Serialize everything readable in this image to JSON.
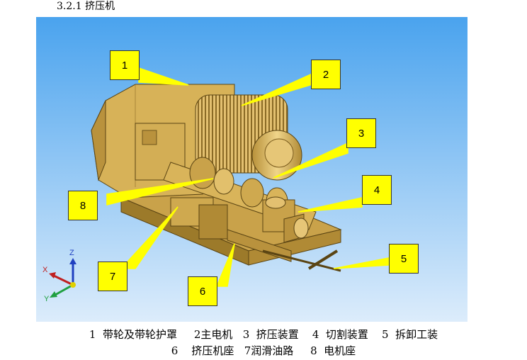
{
  "heading": "3.2.1 挤压机",
  "figure": {
    "callouts": [
      {
        "id": "c1",
        "label": "1"
      },
      {
        "id": "c2",
        "label": "2"
      },
      {
        "id": "c3",
        "label": "3"
      },
      {
        "id": "c4",
        "label": "4"
      },
      {
        "id": "c5",
        "label": "5"
      },
      {
        "id": "c6",
        "label": "6"
      },
      {
        "id": "c7",
        "label": "7"
      },
      {
        "id": "c8",
        "label": "8"
      }
    ],
    "axes": {
      "z": "Z",
      "x": "X",
      "y": "Y"
    },
    "colors": {
      "background_top": "#4aa3ee",
      "background_bottom": "#dcecfb",
      "machine": "#d9b45a",
      "callout": "#ffff00",
      "leader": "#ffff00"
    }
  },
  "caption": {
    "line1": "1  带轮及带轮护罩     2主电机   3  挤压装置    4  切割装置    5  拆卸工装",
    "line2": "6    挤压机座   7润滑油路     8  电机座"
  }
}
